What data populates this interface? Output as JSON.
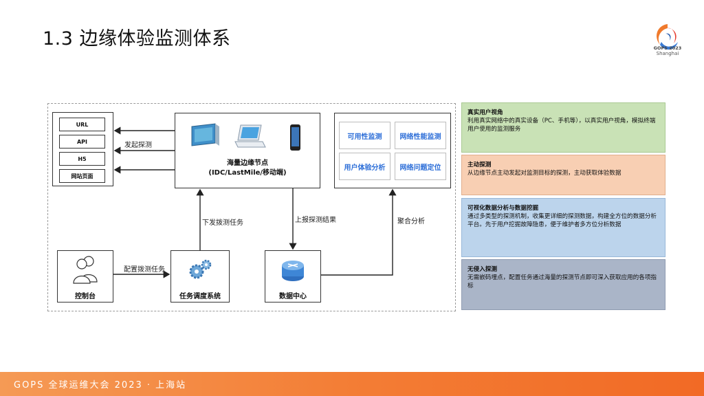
{
  "title": "1.3 边缘体验监测体系",
  "logo": {
    "name": "GOPS 2023",
    "city": "Shanghai"
  },
  "diagram": {
    "probe_targets": [
      "URL",
      "API",
      "H5",
      "网站页面"
    ],
    "edge_node": {
      "line1": "海量边缘节点",
      "line2": "(IDC/LastMile/移动端)"
    },
    "analysis_items": [
      "可用性监测",
      "网络性能监测",
      "用户体验分析",
      "网络问题定位"
    ],
    "nodes": {
      "console": "控制台",
      "scheduler": "任务调度系统",
      "datacenter": "数据中心"
    },
    "edges": {
      "probe": "发起探测",
      "dispatch": "下发拨测任务",
      "report": "上报探测结果",
      "aggregate": "聚合分析",
      "configure": "配置拨测任务"
    }
  },
  "panels": [
    {
      "title": "真实用户视角",
      "body": "利用真实网络中的真实设备（PC、手机等），以真实用户视角，模拟终端用户使用的监测服务"
    },
    {
      "title": "主动探测",
      "body": "从边缘节点主动发起对监测目标的探测，主动获取体验数据"
    },
    {
      "title": "可视化数据分析与数据挖掘",
      "body": "通过多类型的探测机制，收集更详细的探测数据，构建全方位的数据分析平台。先于用户挖掘故障隐患，便于维护者多方位分析数据"
    },
    {
      "title": "无侵入探测",
      "body": "无需嵌码埋点，配置任务通过海量的探测节点即可深入获取应用的各项指标"
    }
  ],
  "footer": "GOPS 全球运维大会 2023 · 上海站",
  "colors": {
    "accent_blue": "#2e6fd8",
    "footer_orange": "#f37d35"
  }
}
